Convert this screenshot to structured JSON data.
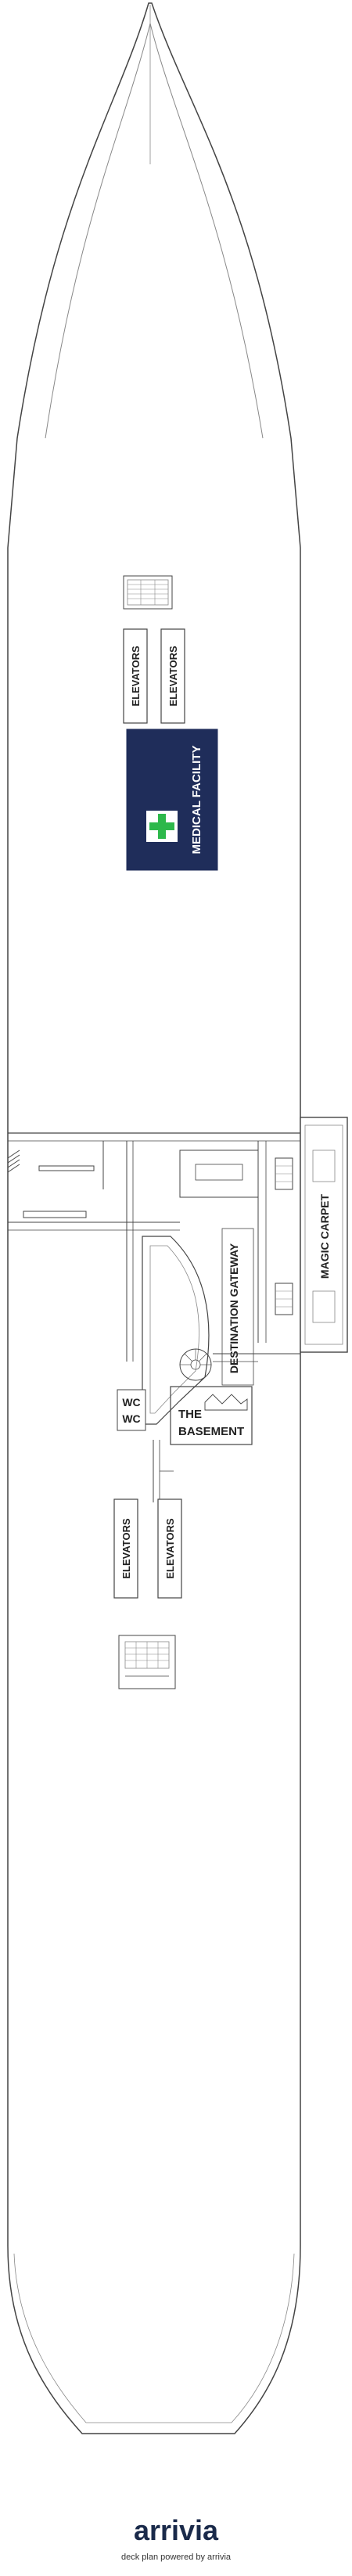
{
  "labels": {
    "elevators": "ELEVATORS",
    "medical_facility": "MEDICAL FACILITY",
    "destination_gateway": "DESTINATION GATEWAY",
    "magic_carpet": "MAGIC CARPET",
    "wc": "WC",
    "the_basement_line1": "THE",
    "the_basement_line2": "BASEMENT"
  },
  "brand": {
    "name": "arrivia",
    "tagline": "deck plan powered by arrivia"
  },
  "colors": {
    "medical_fill": "#1f2d5a",
    "medical_cross": "#2db84b",
    "outline": "#444444",
    "brand": "#1a2a4a"
  },
  "icons": {
    "medical": "medical-cross-icon",
    "stairs": "stairs-icon",
    "spiral_stair": "spiral-staircase-icon",
    "brand_mark": "arrivia-logo"
  }
}
